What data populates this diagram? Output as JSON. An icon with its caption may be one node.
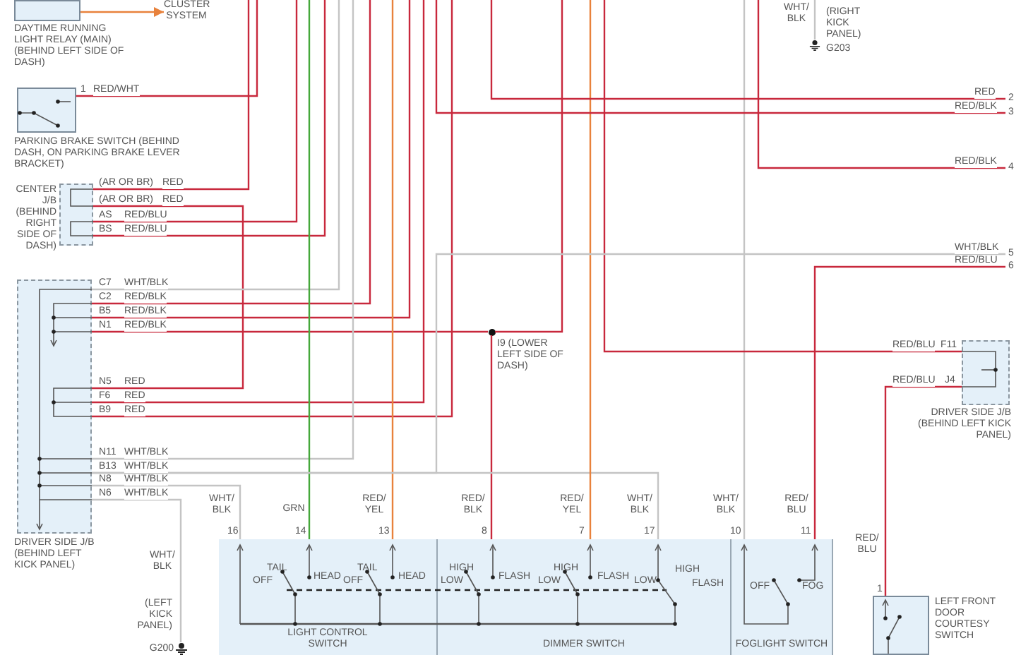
{
  "diagram": {
    "nodes": [
      {
        "text": [],
        "shape": "box",
        "beside": [
          "DAYTIME RUNNING LIGHT RELAY (MAIN) (BEHIND LEFT SIDE OF DASH)"
        ]
      },
      {
        "text": [
          "CLUSTER SYSTEM"
        ]
      },
      {
        "text": [],
        "shape": "box",
        "beside": [
          "PARKING BRAKE SWITCH (BEHIND DASH, ON PARKING BRAKE LEVER BRACKET)"
        ]
      },
      {
        "text": [],
        "shape": "box",
        "beside": [
          "CENTER J/B (BEHIND RIGHT SIDE OF DASH)"
        ]
      },
      {
        "text": [],
        "shape": "box",
        "beside": [
          "DRIVER SIDE J/B (BEHIND LEFT KICK PANEL)"
        ]
      },
      {
        "text": [],
        "shape": "ground",
        "beside": [
          "(LEFT KICK PANEL)",
          "G200"
        ]
      },
      {
        "text": [],
        "shape": "ground",
        "beside": [
          "(RIGHT KICK PANEL)",
          "G203"
        ]
      },
      {
        "text": [],
        "shape": "circle",
        "beside": [
          "I9 (LOWER LEFT SIDE OF DASH)"
        ]
      },
      {
        "text": [],
        "shape": "box",
        "beside": [
          "DRIVER SIDE J/B (BEHIND LEFT KICK PANEL)"
        ]
      },
      {
        "text": [],
        "shape": "box"
      },
      {
        "text": [
          "LIGHT CONTROL SWITCH"
        ],
        "in": 9
      },
      {
        "text": [
          "DIMMER SWITCH"
        ],
        "in": 9
      },
      {
        "text": [
          "FOGLIGHT SWITCH"
        ],
        "in": 9
      },
      {
        "text": [],
        "shape": "box",
        "beside": [
          "LEFT FRONT DOOR COURTESY SWITCH"
        ]
      },
      {
        "text": [
          "2"
        ]
      },
      {
        "text": [
          "3"
        ]
      },
      {
        "text": [
          "4"
        ]
      },
      {
        "text": [
          "5"
        ]
      },
      {
        "text": [
          "6"
        ]
      }
    ],
    "edges": [
      {
        "from": 0,
        "to": 1,
        "arrow": "to",
        "color": "#e8823c"
      },
      {
        "from": 2,
        "to": null,
        "arrow": "none",
        "label": "RED/WHT"
      },
      {
        "from": 3,
        "to": null,
        "arrow": "none",
        "label": "RED"
      },
      {
        "from": 3,
        "to": 4,
        "arrow": "none",
        "label": "RED"
      },
      {
        "from": 3,
        "to": null,
        "arrow": "none",
        "label": "RED/BLU"
      },
      {
        "from": 3,
        "to": null,
        "arrow": "none",
        "label": "RED/BLU"
      },
      {
        "from": 4,
        "to": null,
        "arrow": "none",
        "label": "WHT/BLK",
        "color": "#c4c4c4"
      },
      {
        "from": 4,
        "to": null,
        "arrow": "none",
        "label": "RED/BLK"
      },
      {
        "from": 4,
        "to": null,
        "arrow": "none",
        "label": "RED/BLK"
      },
      {
        "from": 4,
        "to": 7,
        "arrow": "none",
        "label": "RED/BLK"
      },
      {
        "from": 7,
        "to": null,
        "arrow": "none"
      },
      {
        "from": 7,
        "to": 11,
        "arrow": "none",
        "label": "RED/ BLK"
      },
      {
        "from": 4,
        "to": null,
        "arrow": "none",
        "label": "RED"
      },
      {
        "from": 4,
        "to": null,
        "arrow": "none",
        "label": "RED"
      },
      {
        "from": 4,
        "to": null,
        "arrow": "none",
        "label": "WHT/BLK",
        "color": "#c4c4c4"
      },
      {
        "from": 4,
        "to": 11,
        "arrow": "none",
        "label": "WHT/BLK",
        "color": "#c4c4c4"
      },
      {
        "from": 4,
        "to": 10,
        "arrow": "none",
        "label": "WHT/BLK",
        "color": "#c4c4c4"
      },
      {
        "from": 4,
        "to": 5,
        "arrow": "none",
        "label": "WHT/BLK",
        "color": "#c4c4c4"
      },
      {
        "from": 10,
        "to": null,
        "arrow": "none",
        "label": "GRN",
        "color": "#45a83a"
      },
      {
        "from": 10,
        "to": null,
        "arrow": "none",
        "label": "RED/ YEL",
        "color": "#e8823c"
      },
      {
        "from": 11,
        "to": null,
        "arrow": "none",
        "label": "RED/ YEL",
        "color": "#e8823c"
      },
      {
        "from": 12,
        "to": null,
        "arrow": "none",
        "label": "WHT/ BLK",
        "color": "#c4c4c4"
      },
      {
        "from": 12,
        "to": 18,
        "arrow": "none",
        "label": "RED/ BLU"
      },
      {
        "from": 8,
        "to": 13,
        "arrow": "none",
        "label": "RED/BLU"
      },
      {
        "from": 8,
        "to": null,
        "arrow": "none",
        "label": "RED/BLU"
      },
      {
        "from": null,
        "to": 6,
        "arrow": "none",
        "label": "WHT/ BLK",
        "color": "#c4c4c4"
      },
      {
        "from": null,
        "to": 14,
        "arrow": "none",
        "label": "RED"
      },
      {
        "from": null,
        "to": 15,
        "arrow": "none",
        "label": "RED/BLK"
      },
      {
        "from": null,
        "to": 16,
        "arrow": "none",
        "label": "RED/BLK"
      },
      {
        "from": 4,
        "to": 17,
        "arrow": "none",
        "label": "WHT/BLK",
        "color": "#c4c4c4"
      },
      {
        "from": 10,
        "to": 11,
        "arrow": "none",
        "color": "#555555"
      },
      {
        "from": 10,
        "to": 11,
        "arrow": "none",
        "style": "dashed",
        "color": "#222222"
      }
    ],
    "labels": [
      "1",
      "(AR OR BR)",
      "(AR OR BR)",
      "AS",
      "BS",
      "C7",
      "C2",
      "B5",
      "N1",
      "N5",
      "RED",
      "F6",
      "B9",
      "N11",
      "B13",
      "N8",
      "N6",
      "WHT/ BLK",
      "WHT/ BLK",
      "16",
      "14",
      "13",
      "8",
      "7",
      "17",
      "WHT/ BLK",
      "10",
      "11",
      "RED/BLU",
      "F11",
      "J4",
      "RED/ BLU",
      "1",
      "TAIL",
      "HEAD",
      "OFF",
      "TAIL",
      "HEAD",
      "OFF",
      "HIGH",
      "FLASH",
      "LOW",
      "HIGH",
      "FLASH",
      "LOW",
      "LOW",
      "HIGH",
      "FLASH",
      "OFF",
      "FOG"
    ]
  }
}
